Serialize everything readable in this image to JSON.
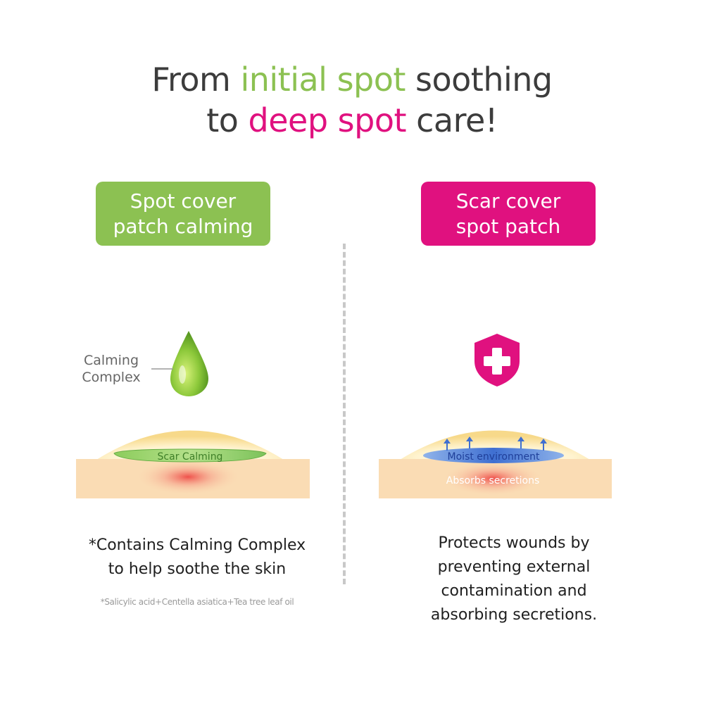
{
  "headline": {
    "line1": {
      "pre": "From ",
      "accent": "initial spot",
      "post": " soothing"
    },
    "line2": {
      "pre": "to ",
      "accent": "deep spot",
      "post": " care!"
    }
  },
  "left_panel": {
    "tag_line1": "Spot cover",
    "tag_line2": "patch calming",
    "callout_line1": "Calming",
    "callout_line2": "Complex",
    "icon": "drop-icon",
    "layer_label": "Scar Calming",
    "description_line1": "*Contains Calming Complex",
    "description_line2": "to help soothe the skin",
    "footnote": "*Salicylic acid+Centella asiatica+Tea tree leaf oil"
  },
  "right_panel": {
    "tag_line1": "Scar cover",
    "tag_line2": "spot patch",
    "icon": "shield-plus-icon",
    "layer_label": "Moist environment",
    "skin_label": "Absorbs secretions",
    "description_lines": [
      "Protects wounds by",
      "preventing external",
      "contamination and",
      "absorbing secretions."
    ]
  },
  "colors": {
    "green": "#8cc152",
    "pink": "#e0117f",
    "text_dark": "#3c3c3c",
    "skin": "#fadcb4",
    "patch": "#fbe6a6",
    "calming_layer": "#7cc25a",
    "moist_layer": "#4a74c8"
  }
}
